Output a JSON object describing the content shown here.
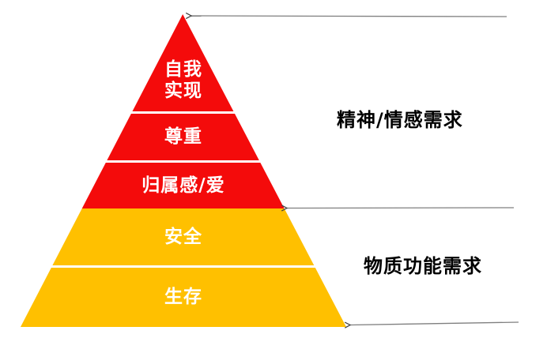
{
  "diagram": {
    "type": "pyramid",
    "levels": [
      {
        "id": "self-actualization",
        "label": "自我\n实现",
        "color": "#F40B0B"
      },
      {
        "id": "esteem",
        "label": "尊重",
        "color": "#F40B0B"
      },
      {
        "id": "belonging-love",
        "label": "归属感/爱",
        "color": "#F40B0B"
      },
      {
        "id": "safety",
        "label": "安全",
        "color": "#FFC000"
      },
      {
        "id": "survival",
        "label": "生存",
        "color": "#FFC000"
      }
    ],
    "groups": [
      {
        "id": "spiritual-emotional",
        "label": "精神/情感需求"
      },
      {
        "id": "material-functional",
        "label": "物质功能需求"
      }
    ],
    "colors": {
      "red_tier": "#F40B0B",
      "gold_tier": "#FFC000",
      "divider": "#FFFFFF",
      "level_text": "#FFFFFF",
      "group_text": "#000000",
      "arrow_line": "#7F7F7F",
      "arrow_head": "#404040",
      "background": "#FFFFFF"
    }
  }
}
